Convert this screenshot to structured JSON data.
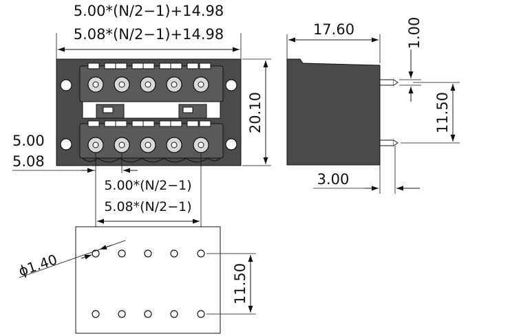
{
  "dimensions": {
    "top_len_500": "5.00*(N/2−1)+14.98",
    "top_len_508": "5.08*(N/2−1)+14.98",
    "pitch_500": "5.00",
    "pitch_508": "5.08",
    "span_500": "5.00*(N/2−1)",
    "span_508": "5.08*(N/2−1)",
    "height": "20.10",
    "side_depth": "17.60",
    "pin_thickness": "1.00",
    "pin_spacing_side": "11.50",
    "pin_offset": "3.00",
    "hole_diameter": "ϕ1.40",
    "hole_row_spacing": "11.50"
  },
  "colors": {
    "housing": "#4a4a4a",
    "line": "#111111"
  }
}
